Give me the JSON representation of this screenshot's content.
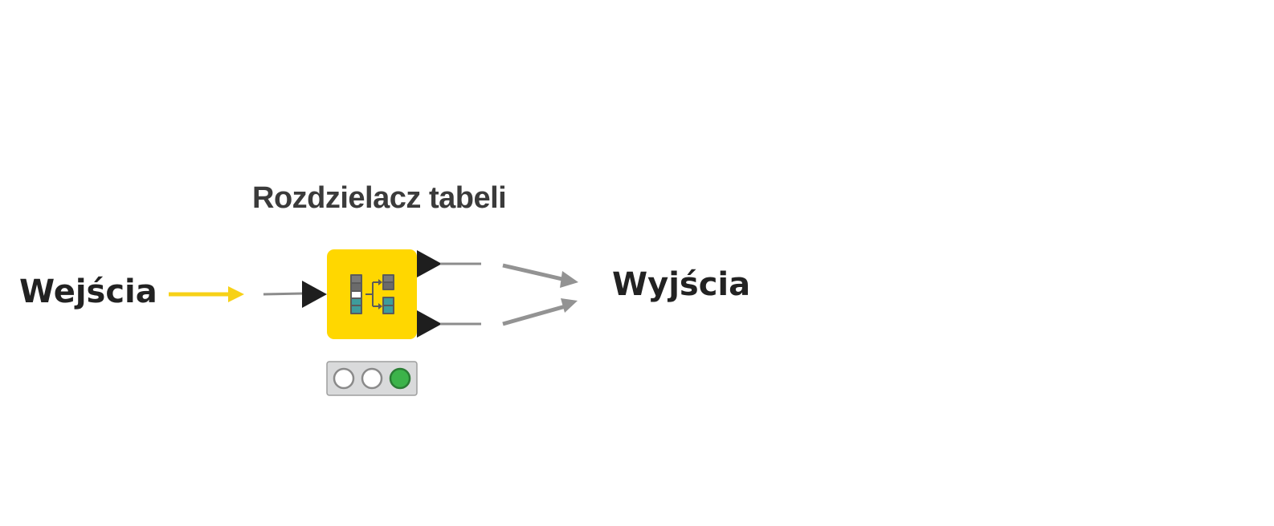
{
  "diagram": {
    "inputs_label": "Wejścia",
    "outputs_label": "Wyjścia",
    "node": {
      "title": "Rozdzielacz tabeli",
      "color": "#FFD700",
      "icon": "table-splitter-icon",
      "status": {
        "lights": [
          {
            "state": "off",
            "color": "#ffffff"
          },
          {
            "state": "off",
            "color": "#ffffff"
          },
          {
            "state": "on",
            "color": "#3cb34a"
          }
        ]
      }
    },
    "colors": {
      "input_arrow": "#F7D117",
      "connector": "#8c8c8c",
      "port": "#1e1e1e",
      "output_arrows": "#939393",
      "status_panel": "#d9dadb"
    }
  }
}
